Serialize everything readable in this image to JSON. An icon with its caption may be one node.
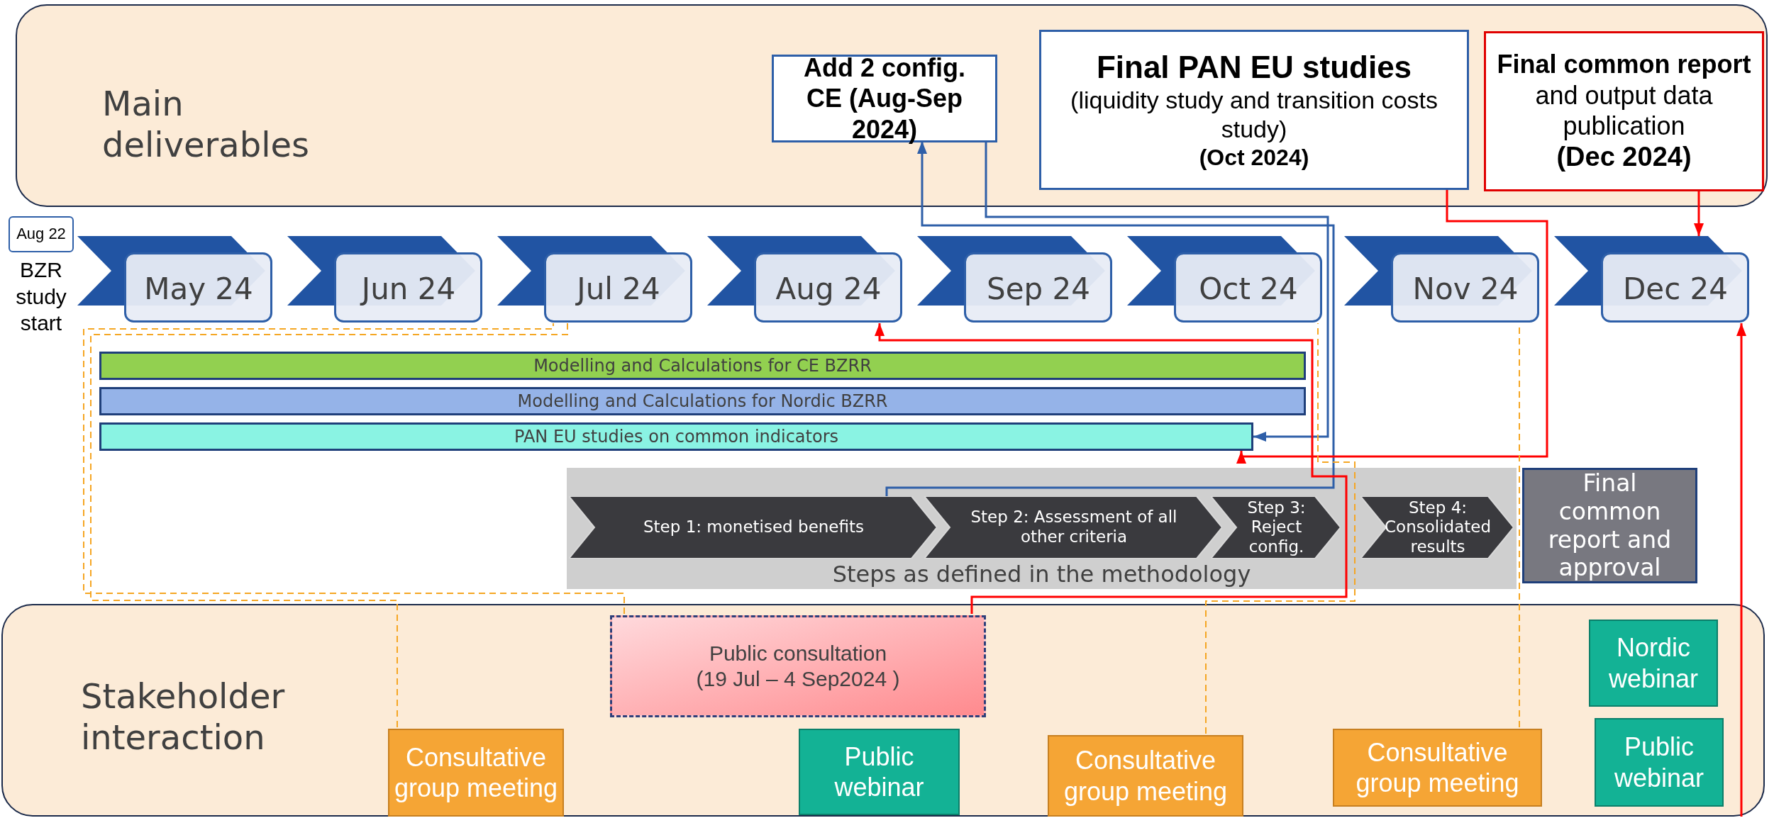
{
  "diagram": {
    "nodes": [
      {
        "text": [
          "Main deliverables"
        ]
      },
      {
        "text": [
          "Add 2 config. CE (Aug-Sep 2024)"
        ],
        "in": 0
      },
      {
        "text": [
          "Final PAN EU studies",
          "(liquidity study and transition costs study)",
          "(Oct 2024)"
        ],
        "in": 0
      },
      {
        "text": [
          "**Final common report** and output data publication",
          "(Dec 2024)"
        ],
        "in": 0
      },
      {
        "text": [
          "Aug 22"
        ],
        "beside": [
          "BZR study start"
        ]
      },
      {
        "text": [
          "May 24"
        ]
      },
      {
        "text": [
          "Jun 24"
        ]
      },
      {
        "text": [
          "Jul 24"
        ]
      },
      {
        "text": [
          "Aug 24"
        ]
      },
      {
        "text": [
          "Sep 24"
        ]
      },
      {
        "text": [
          "Oct 24"
        ]
      },
      {
        "text": [
          "Nov 24"
        ]
      },
      {
        "text": [
          "Dec 24"
        ]
      },
      {
        "text": [
          "Modelling and Calculations for CE BZRR"
        ]
      },
      {
        "text": [
          "Modelling and Calculations for Nordic BZRR"
        ]
      },
      {
        "text": [
          "PAN EU studies on common indicators"
        ]
      },
      {
        "text": [
          "Steps as defined in the methodology"
        ]
      },
      {
        "text": [
          "Step 1: monetised benefits"
        ],
        "in": 16
      },
      {
        "text": [
          "Step 2: Assessment of all other criteria"
        ],
        "in": 16
      },
      {
        "text": [
          "Step 3: Reject config."
        ],
        "in": 16
      },
      {
        "text": [
          "Step 4: Consolidated results"
        ],
        "in": 16
      },
      {
        "text": [
          "Final common report and approval"
        ]
      },
      {
        "text": [
          "Stakeholder interaction"
        ]
      },
      {
        "text": [
          "Public consultation",
          "(19 Jul – 4 Sep2024 )"
        ],
        "in": 22
      },
      {
        "text": [
          "Consultative group meeting"
        ],
        "in": 22
      },
      {
        "text": [
          "Public webinar"
        ],
        "in": 22
      },
      {
        "text": [
          "Consultative group meeting"
        ],
        "in": 22
      },
      {
        "text": [
          "Consultative group meeting"
        ],
        "in": 22
      },
      {
        "text": [
          "Nordic webinar"
        ],
        "in": 22
      },
      {
        "text": [
          "Public webinar"
        ],
        "in": 22
      }
    ],
    "edges": [
      {
        "from": 17,
        "to": 1,
        "arrow": "to",
        "color": "#2e5fa8"
      },
      {
        "from": 1,
        "to": 15,
        "arrow": "to",
        "color": "#2e5fa8"
      },
      {
        "from": 2,
        "to": 15,
        "arrow": "to",
        "color": "#ff0000"
      },
      {
        "from": 23,
        "to": 8,
        "arrow": "to",
        "color": "#ff0000"
      },
      {
        "from": 3,
        "to": 12,
        "arrow": "to",
        "color": "#ff0000"
      },
      {
        "from": 22,
        "to": 12,
        "arrow": "to",
        "color": "#ff0000"
      },
      {
        "from": 24,
        "to": 7,
        "arrow": "none",
        "style": "dashed",
        "color": "#f5a623"
      },
      {
        "from": 23,
        "to": 7,
        "arrow": "none",
        "style": "dashed",
        "color": "#f5a623"
      },
      {
        "from": 26,
        "to": 10,
        "arrow": "none",
        "style": "dashed",
        "color": "#f5a623"
      },
      {
        "from": 27,
        "to": 11,
        "arrow": "none",
        "style": "dashed",
        "color": "#f5a623"
      }
    ]
  }
}
